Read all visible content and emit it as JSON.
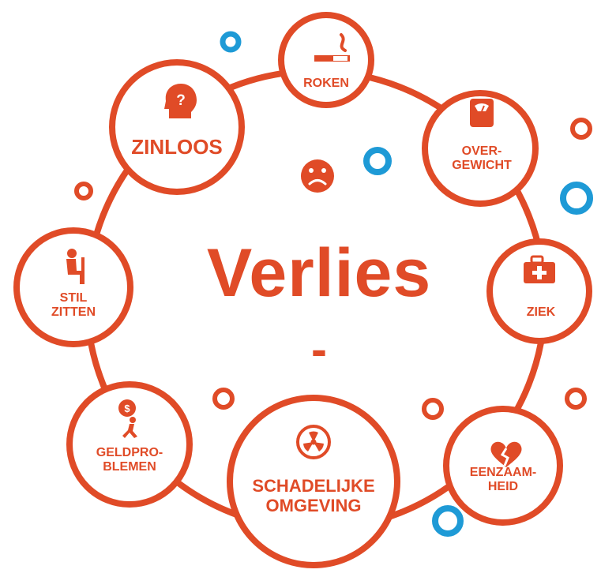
{
  "title": "Verlies",
  "subtitle": "-",
  "colors": {
    "primary": "#e04b27",
    "accent": "#1e9ad6",
    "background": "#ffffff"
  },
  "center_icon": "sad-face-icon",
  "nodes": [
    {
      "id": "roken",
      "lines": [
        "ROKEN"
      ],
      "icon": "cigarette-icon"
    },
    {
      "id": "overgewicht",
      "lines": [
        "OVER-",
        "GEWICHT"
      ],
      "icon": "scale-icon"
    },
    {
      "id": "ziek",
      "lines": [
        "ZIEK"
      ],
      "icon": "first-aid-kit-icon"
    },
    {
      "id": "eenzaamheid",
      "lines": [
        "EENZAAM-",
        "HEID"
      ],
      "icon": "broken-heart-icon"
    },
    {
      "id": "schadelijke-omgeving",
      "lines": [
        "SCHADELIJKE",
        "OMGEVING"
      ],
      "icon": "radiation-icon"
    },
    {
      "id": "geldproblemen",
      "lines": [
        "GELDPRO-",
        "BLEMEN"
      ],
      "icon": "money-burden-icon"
    },
    {
      "id": "stil-zitten",
      "lines": [
        "STIL",
        "ZITTEN"
      ],
      "icon": "sitting-person-icon"
    },
    {
      "id": "zinloos",
      "lines": [
        "ZINLOOS"
      ],
      "icon": "head-question-icon"
    }
  ]
}
